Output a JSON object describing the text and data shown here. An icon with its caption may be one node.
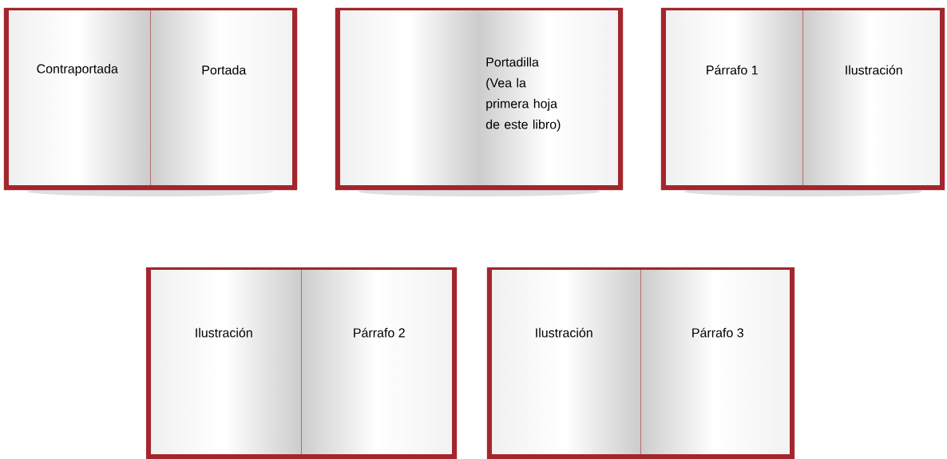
{
  "diagram": {
    "nodes": [
      {
        "text": [
          "Contraportada",
          "Portada"
        ]
      },
      {
        "text": [
          "Portadilla (Vea la primera hoja de este libro)"
        ]
      },
      {
        "text": [
          "Párrafo 1",
          "Ilustración"
        ]
      },
      {
        "text": [
          "Ilustración",
          "Párrafo 2"
        ]
      },
      {
        "text": [
          "Ilustración",
          "Párrafo 3"
        ]
      }
    ]
  }
}
